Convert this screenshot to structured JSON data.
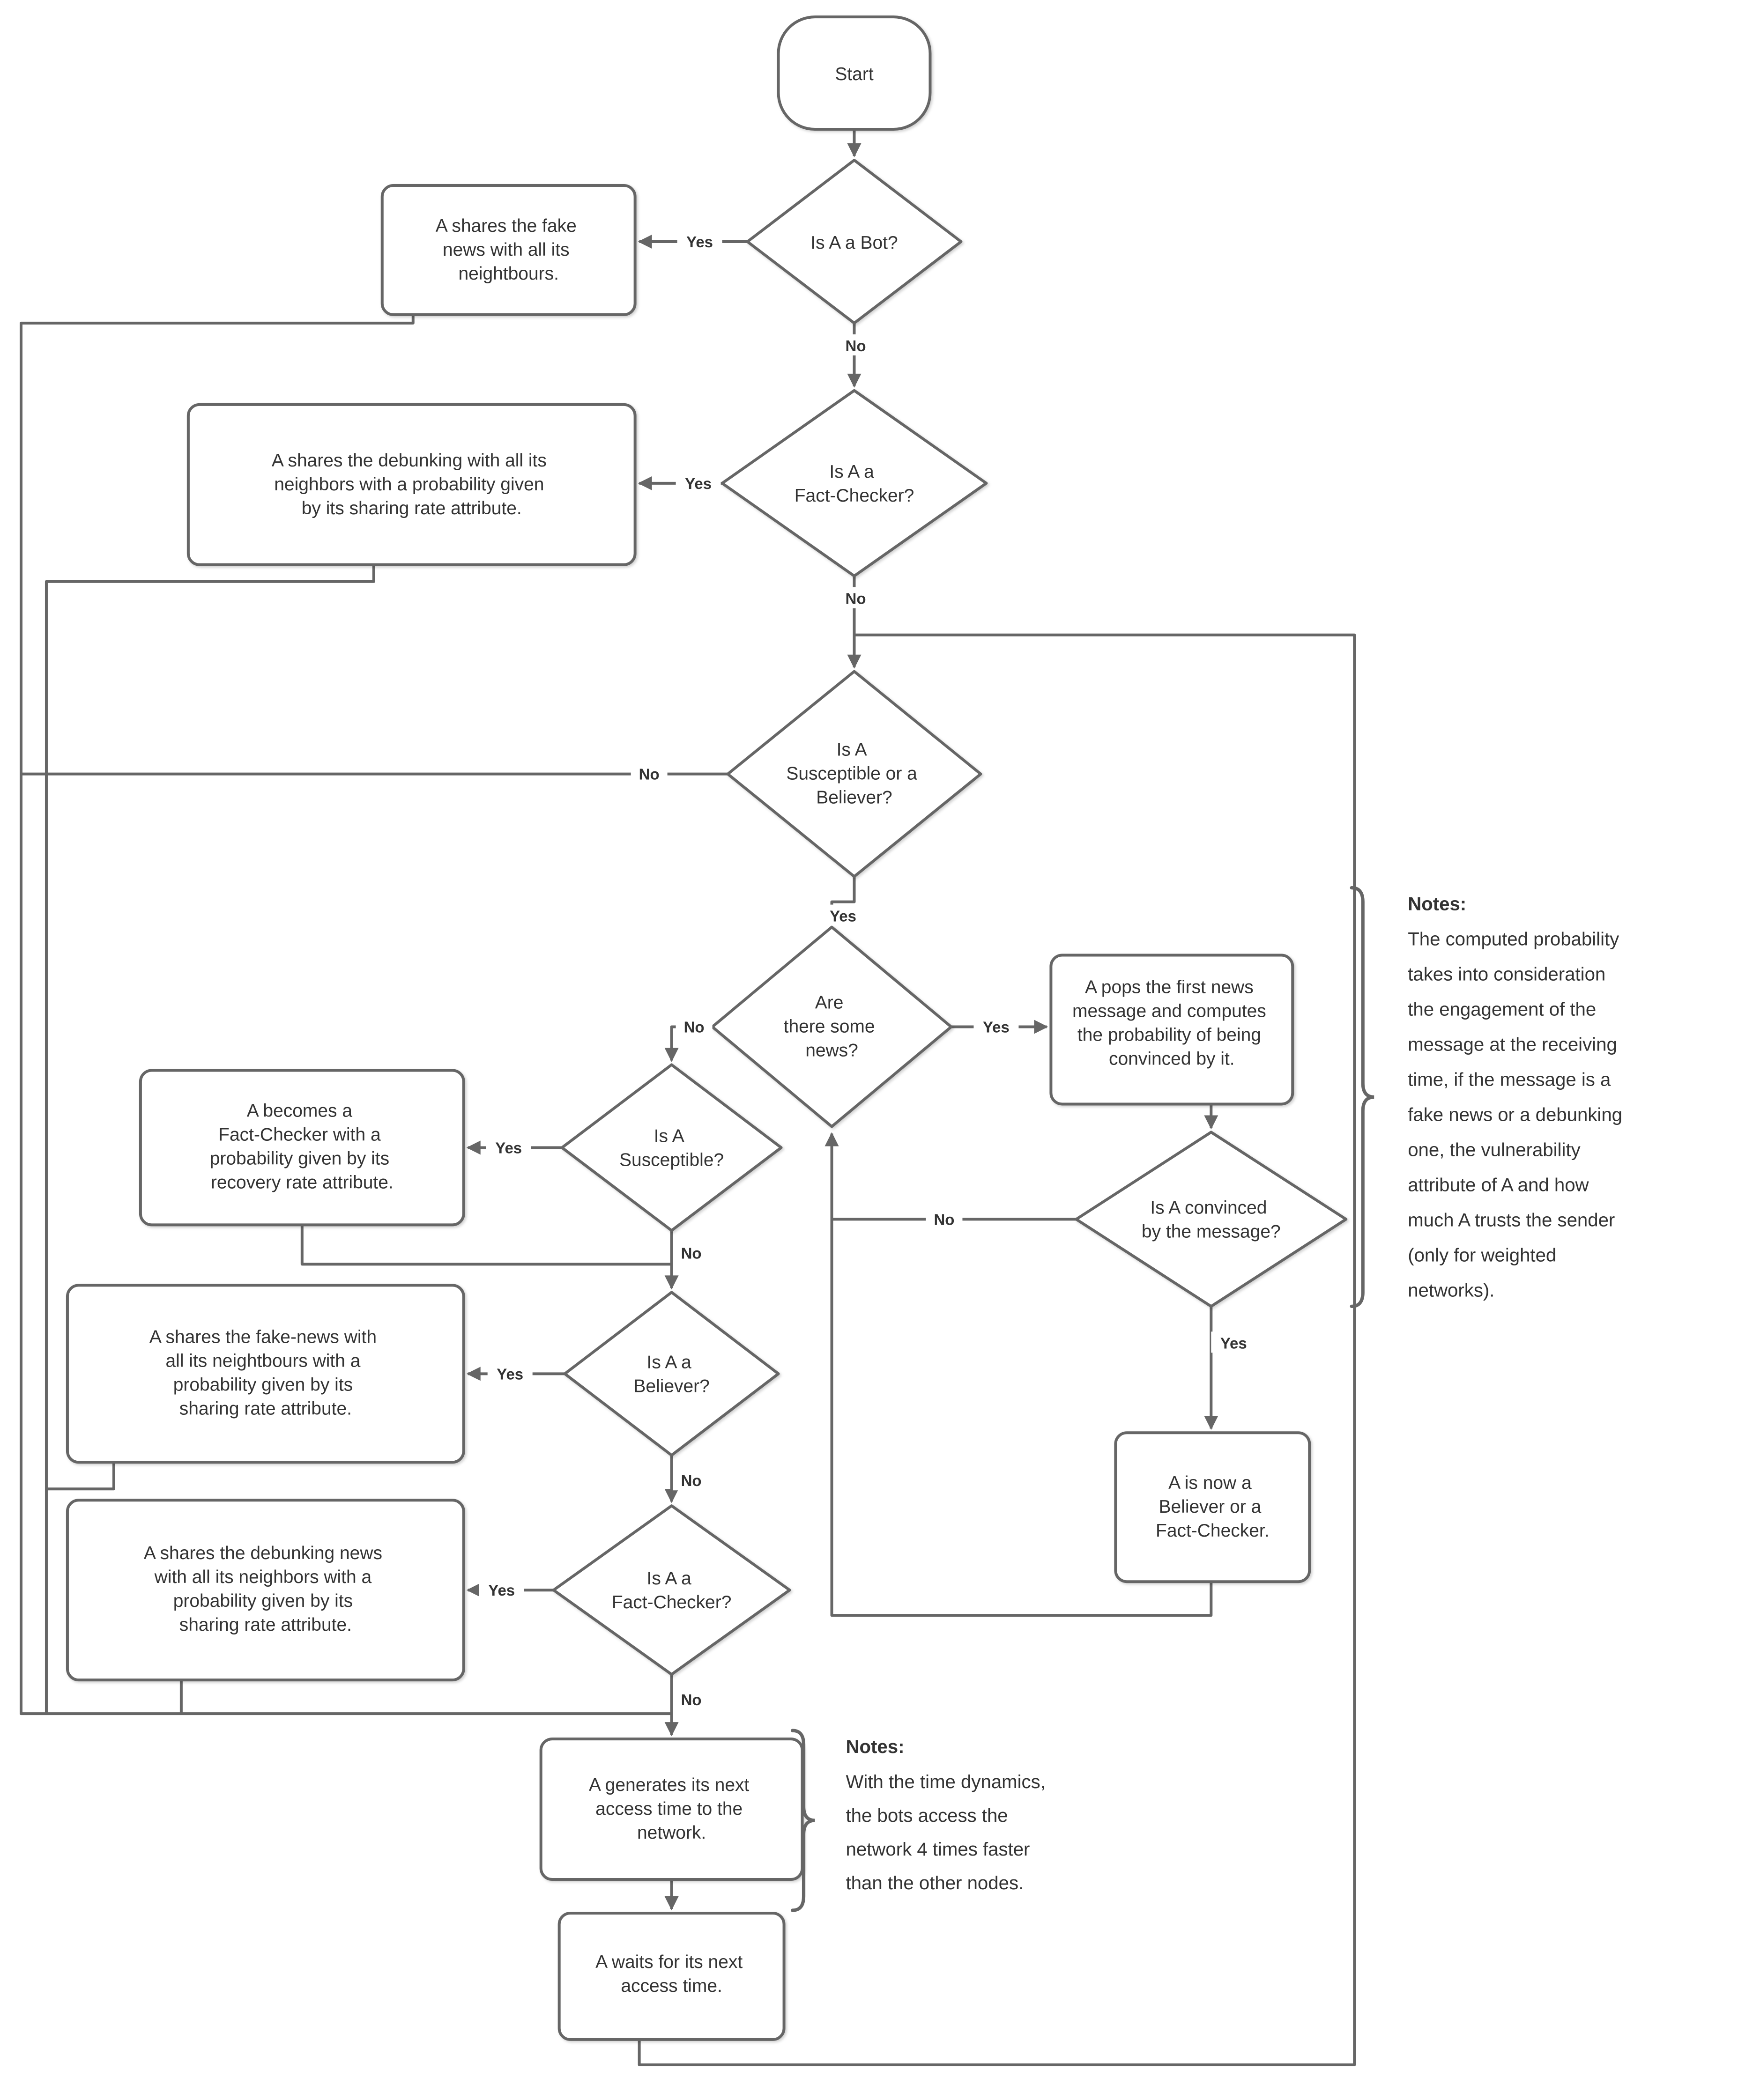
{
  "labels": {
    "yes": "Yes",
    "no": "No"
  },
  "nodes": {
    "start": {
      "label": "Start"
    },
    "d_bot": {
      "lines": [
        "Is A a Bot?"
      ]
    },
    "box_share_fake": {
      "lines": [
        "A shares the fake",
        "news with all its",
        "neightbours."
      ]
    },
    "d_fact1": {
      "lines": [
        "Is A a",
        "Fact-Checker?"
      ]
    },
    "box_share_debunk1": {
      "lines": [
        "A shares the debunking with all its",
        "neighbors with a probability given",
        "by its sharing rate attribute."
      ]
    },
    "d_susc_bel": {
      "lines": [
        "Is A",
        "Susceptible or a",
        "Believer?"
      ]
    },
    "d_news": {
      "lines": [
        "Are",
        "there some",
        "news?"
      ]
    },
    "box_pops": {
      "lines": [
        "A pops the first news",
        "message and computes",
        "the probability of being",
        "convinced by it."
      ]
    },
    "d_susc": {
      "lines": [
        "Is A",
        "Susceptible?"
      ]
    },
    "box_becomes_fc": {
      "lines": [
        "A becomes a",
        "Fact-Checker with a",
        "probability given by its",
        "recovery rate attribute."
      ]
    },
    "d_convinced": {
      "lines": [
        "Is A convinced",
        "by the message?"
      ]
    },
    "d_believer": {
      "lines": [
        "Is A a",
        "Believer?"
      ]
    },
    "box_share_fake2": {
      "lines": [
        "A shares the fake-news with",
        "all its neightbours with a",
        "probability given by its",
        "sharing rate attribute."
      ]
    },
    "box_now": {
      "lines": [
        "A is now a",
        "Believer or a",
        "Fact-Checker."
      ]
    },
    "d_fact2": {
      "lines": [
        "Is A a",
        "Fact-Checker?"
      ]
    },
    "box_share_debunk2": {
      "lines": [
        "A shares the debunking news",
        "with all its neighbors with a",
        "probability given by its",
        "sharing rate attribute."
      ]
    },
    "box_generates": {
      "lines": [
        "A generates its next",
        "access time to the",
        "network."
      ]
    },
    "box_waits": {
      "lines": [
        "A waits for its next",
        "access time."
      ]
    }
  },
  "notes_right": {
    "title": "Notes:",
    "lines": [
      "The computed probability",
      "takes into consideration",
      "the engagement of the",
      "message at the receiving",
      "time, if the message is a",
      "fake news or a debunking",
      "one, the vulnerability",
      "attribute of A and how",
      "much A trusts the sender",
      "(only for weighted",
      "networks)."
    ]
  },
  "notes_bottom": {
    "title": "Notes:",
    "lines": [
      "With the time dynamics,",
      "the bots access the",
      "network 4 times faster",
      "than the other nodes."
    ]
  },
  "colors": {
    "stroke": "#666666",
    "text": "#333333",
    "background": "#ffffff"
  }
}
